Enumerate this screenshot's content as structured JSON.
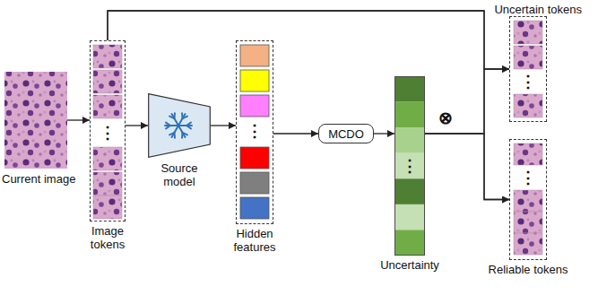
{
  "diagram": {
    "nodes": [
      {
        "text": [
          "Current image"
        ]
      },
      {
        "text": [
          "Image tokens"
        ]
      },
      {
        "text": [
          "Source model"
        ]
      },
      {
        "text": [
          "Hidden features"
        ]
      },
      {
        "text": [
          "MCDO"
        ]
      },
      {
        "text": [
          "Uncertainty"
        ]
      },
      {
        "text": [
          "Uncertain tokens"
        ]
      },
      {
        "text": [
          "Reliable tokens"
        ]
      }
    ],
    "edges": [
      {
        "from": 0,
        "to": 1,
        "arrow": "to"
      },
      {
        "from": 1,
        "to": 2,
        "arrow": "to"
      },
      {
        "from": 2,
        "to": 3,
        "arrow": "to"
      },
      {
        "from": 3,
        "to": 4,
        "arrow": "to"
      },
      {
        "from": 4,
        "to": 5,
        "arrow": "to"
      },
      {
        "from": 5,
        "to": 6,
        "arrow": "to"
      },
      {
        "from": 5,
        "to": 7,
        "arrow": "to"
      },
      {
        "from": 1,
        "to": 6,
        "arrow": "to"
      },
      {
        "from": 1,
        "to": 7,
        "arrow": "to"
      }
    ],
    "labels": [
      "⋮",
      "⋮",
      "⋮",
      "⋮",
      "⋮",
      "⊗"
    ]
  }
}
